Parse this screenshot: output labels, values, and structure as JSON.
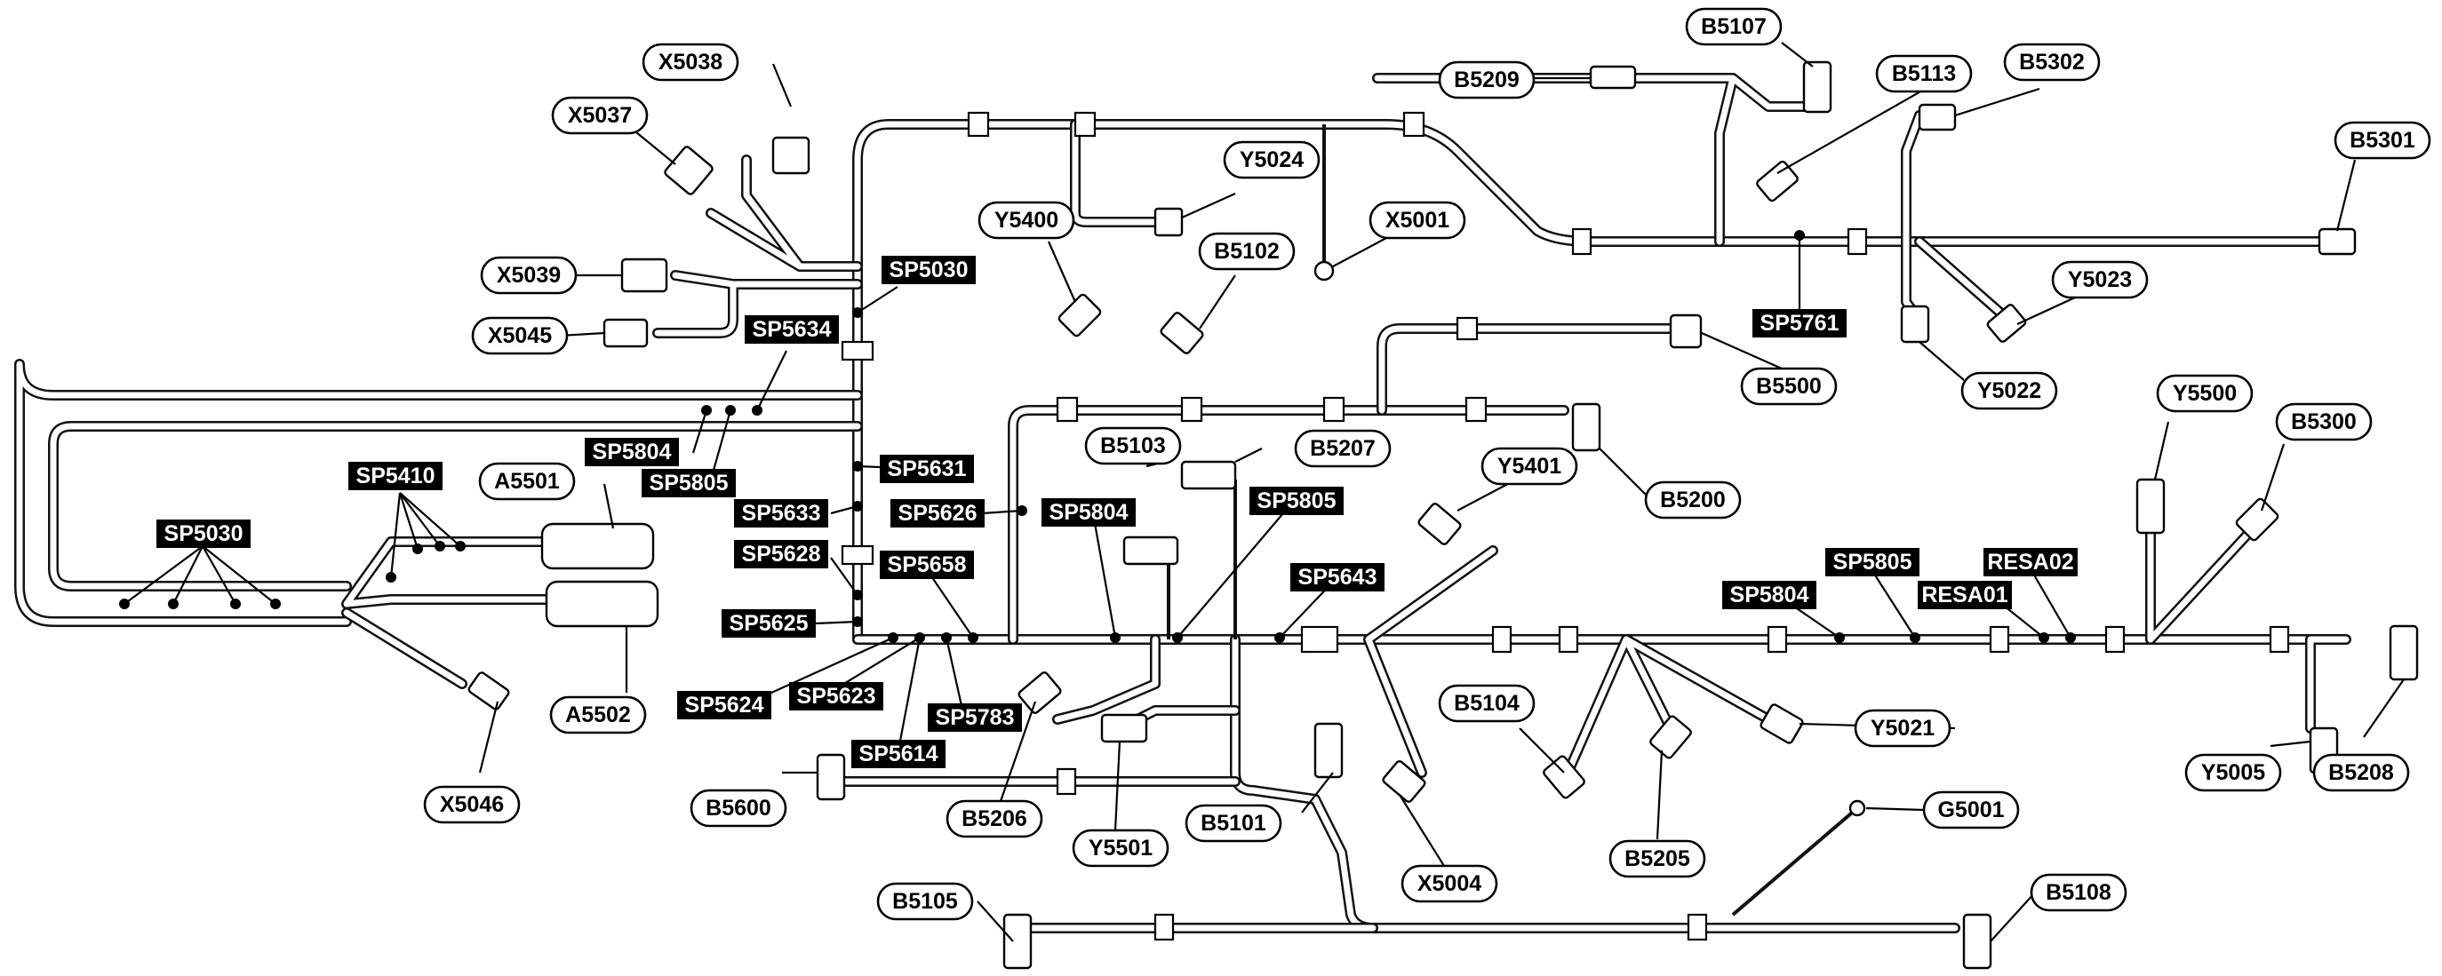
{
  "connectors": [
    {
      "id": "X5038",
      "label": "X5038"
    },
    {
      "id": "X5037",
      "label": "X5037"
    },
    {
      "id": "X5039",
      "label": "X5039"
    },
    {
      "id": "X5045",
      "label": "X5045"
    },
    {
      "id": "A5501",
      "label": "A5501"
    },
    {
      "id": "A5502",
      "label": "A5502"
    },
    {
      "id": "X5046",
      "label": "X5046"
    },
    {
      "id": "Y5400",
      "label": "Y5400"
    },
    {
      "id": "Y5024",
      "label": "Y5024"
    },
    {
      "id": "B5102",
      "label": "B5102"
    },
    {
      "id": "X5001",
      "label": "X5001"
    },
    {
      "id": "B5209",
      "label": "B5209"
    },
    {
      "id": "B5107",
      "label": "B5107"
    },
    {
      "id": "B5113",
      "label": "B5113"
    },
    {
      "id": "B5302",
      "label": "B5302"
    },
    {
      "id": "B5301",
      "label": "B5301"
    },
    {
      "id": "Y5023",
      "label": "Y5023"
    },
    {
      "id": "Y5022",
      "label": "Y5022"
    },
    {
      "id": "B5500",
      "label": "B5500"
    },
    {
      "id": "B5103",
      "label": "B5103"
    },
    {
      "id": "B5207",
      "label": "B5207"
    },
    {
      "id": "Y5401",
      "label": "Y5401"
    },
    {
      "id": "B5200",
      "label": "B5200"
    },
    {
      "id": "Y5500",
      "label": "Y5500"
    },
    {
      "id": "B5300",
      "label": "B5300"
    },
    {
      "id": "B5104",
      "label": "B5104"
    },
    {
      "id": "Y5021",
      "label": "Y5021"
    },
    {
      "id": "Y5005",
      "label": "Y5005"
    },
    {
      "id": "B5208",
      "label": "B5208"
    },
    {
      "id": "B5600",
      "label": "B5600"
    },
    {
      "id": "B5206",
      "label": "B5206"
    },
    {
      "id": "Y5501",
      "label": "Y5501"
    },
    {
      "id": "B5101",
      "label": "B5101"
    },
    {
      "id": "X5004",
      "label": "X5004"
    },
    {
      "id": "B5205",
      "label": "B5205"
    },
    {
      "id": "G5001",
      "label": "G5001"
    },
    {
      "id": "B5105",
      "label": "B5105"
    },
    {
      "id": "B5108",
      "label": "B5108"
    }
  ],
  "splices": [
    {
      "id": "SP5030_a",
      "label": "SP5030"
    },
    {
      "id": "SP5634",
      "label": "SP5634"
    },
    {
      "id": "SP5804_a",
      "label": "SP5804"
    },
    {
      "id": "SP5805_a",
      "label": "SP5805"
    },
    {
      "id": "SP5410",
      "label": "SP5410"
    },
    {
      "id": "SP5030_b",
      "label": "SP5030"
    },
    {
      "id": "SP5631",
      "label": "SP5631"
    },
    {
      "id": "SP5633",
      "label": "SP5633"
    },
    {
      "id": "SP5626",
      "label": "SP5626"
    },
    {
      "id": "SP5628",
      "label": "SP5628"
    },
    {
      "id": "SP5658",
      "label": "SP5658"
    },
    {
      "id": "SP5625",
      "label": "SP5625"
    },
    {
      "id": "SP5624",
      "label": "SP5624"
    },
    {
      "id": "SP5623",
      "label": "SP5623"
    },
    {
      "id": "SP5783",
      "label": "SP5783"
    },
    {
      "id": "SP5614",
      "label": "SP5614"
    },
    {
      "id": "SP5804_b",
      "label": "SP5804"
    },
    {
      "id": "SP5805_b",
      "label": "SP5805"
    },
    {
      "id": "SP5643",
      "label": "SP5643"
    },
    {
      "id": "SP5761",
      "label": "SP5761"
    },
    {
      "id": "SP5804_c",
      "label": "SP5804"
    },
    {
      "id": "SP5805_c",
      "label": "SP5805"
    },
    {
      "id": "RESA01",
      "label": "RESA01"
    },
    {
      "id": "RESA02",
      "label": "RESA02"
    }
  ]
}
